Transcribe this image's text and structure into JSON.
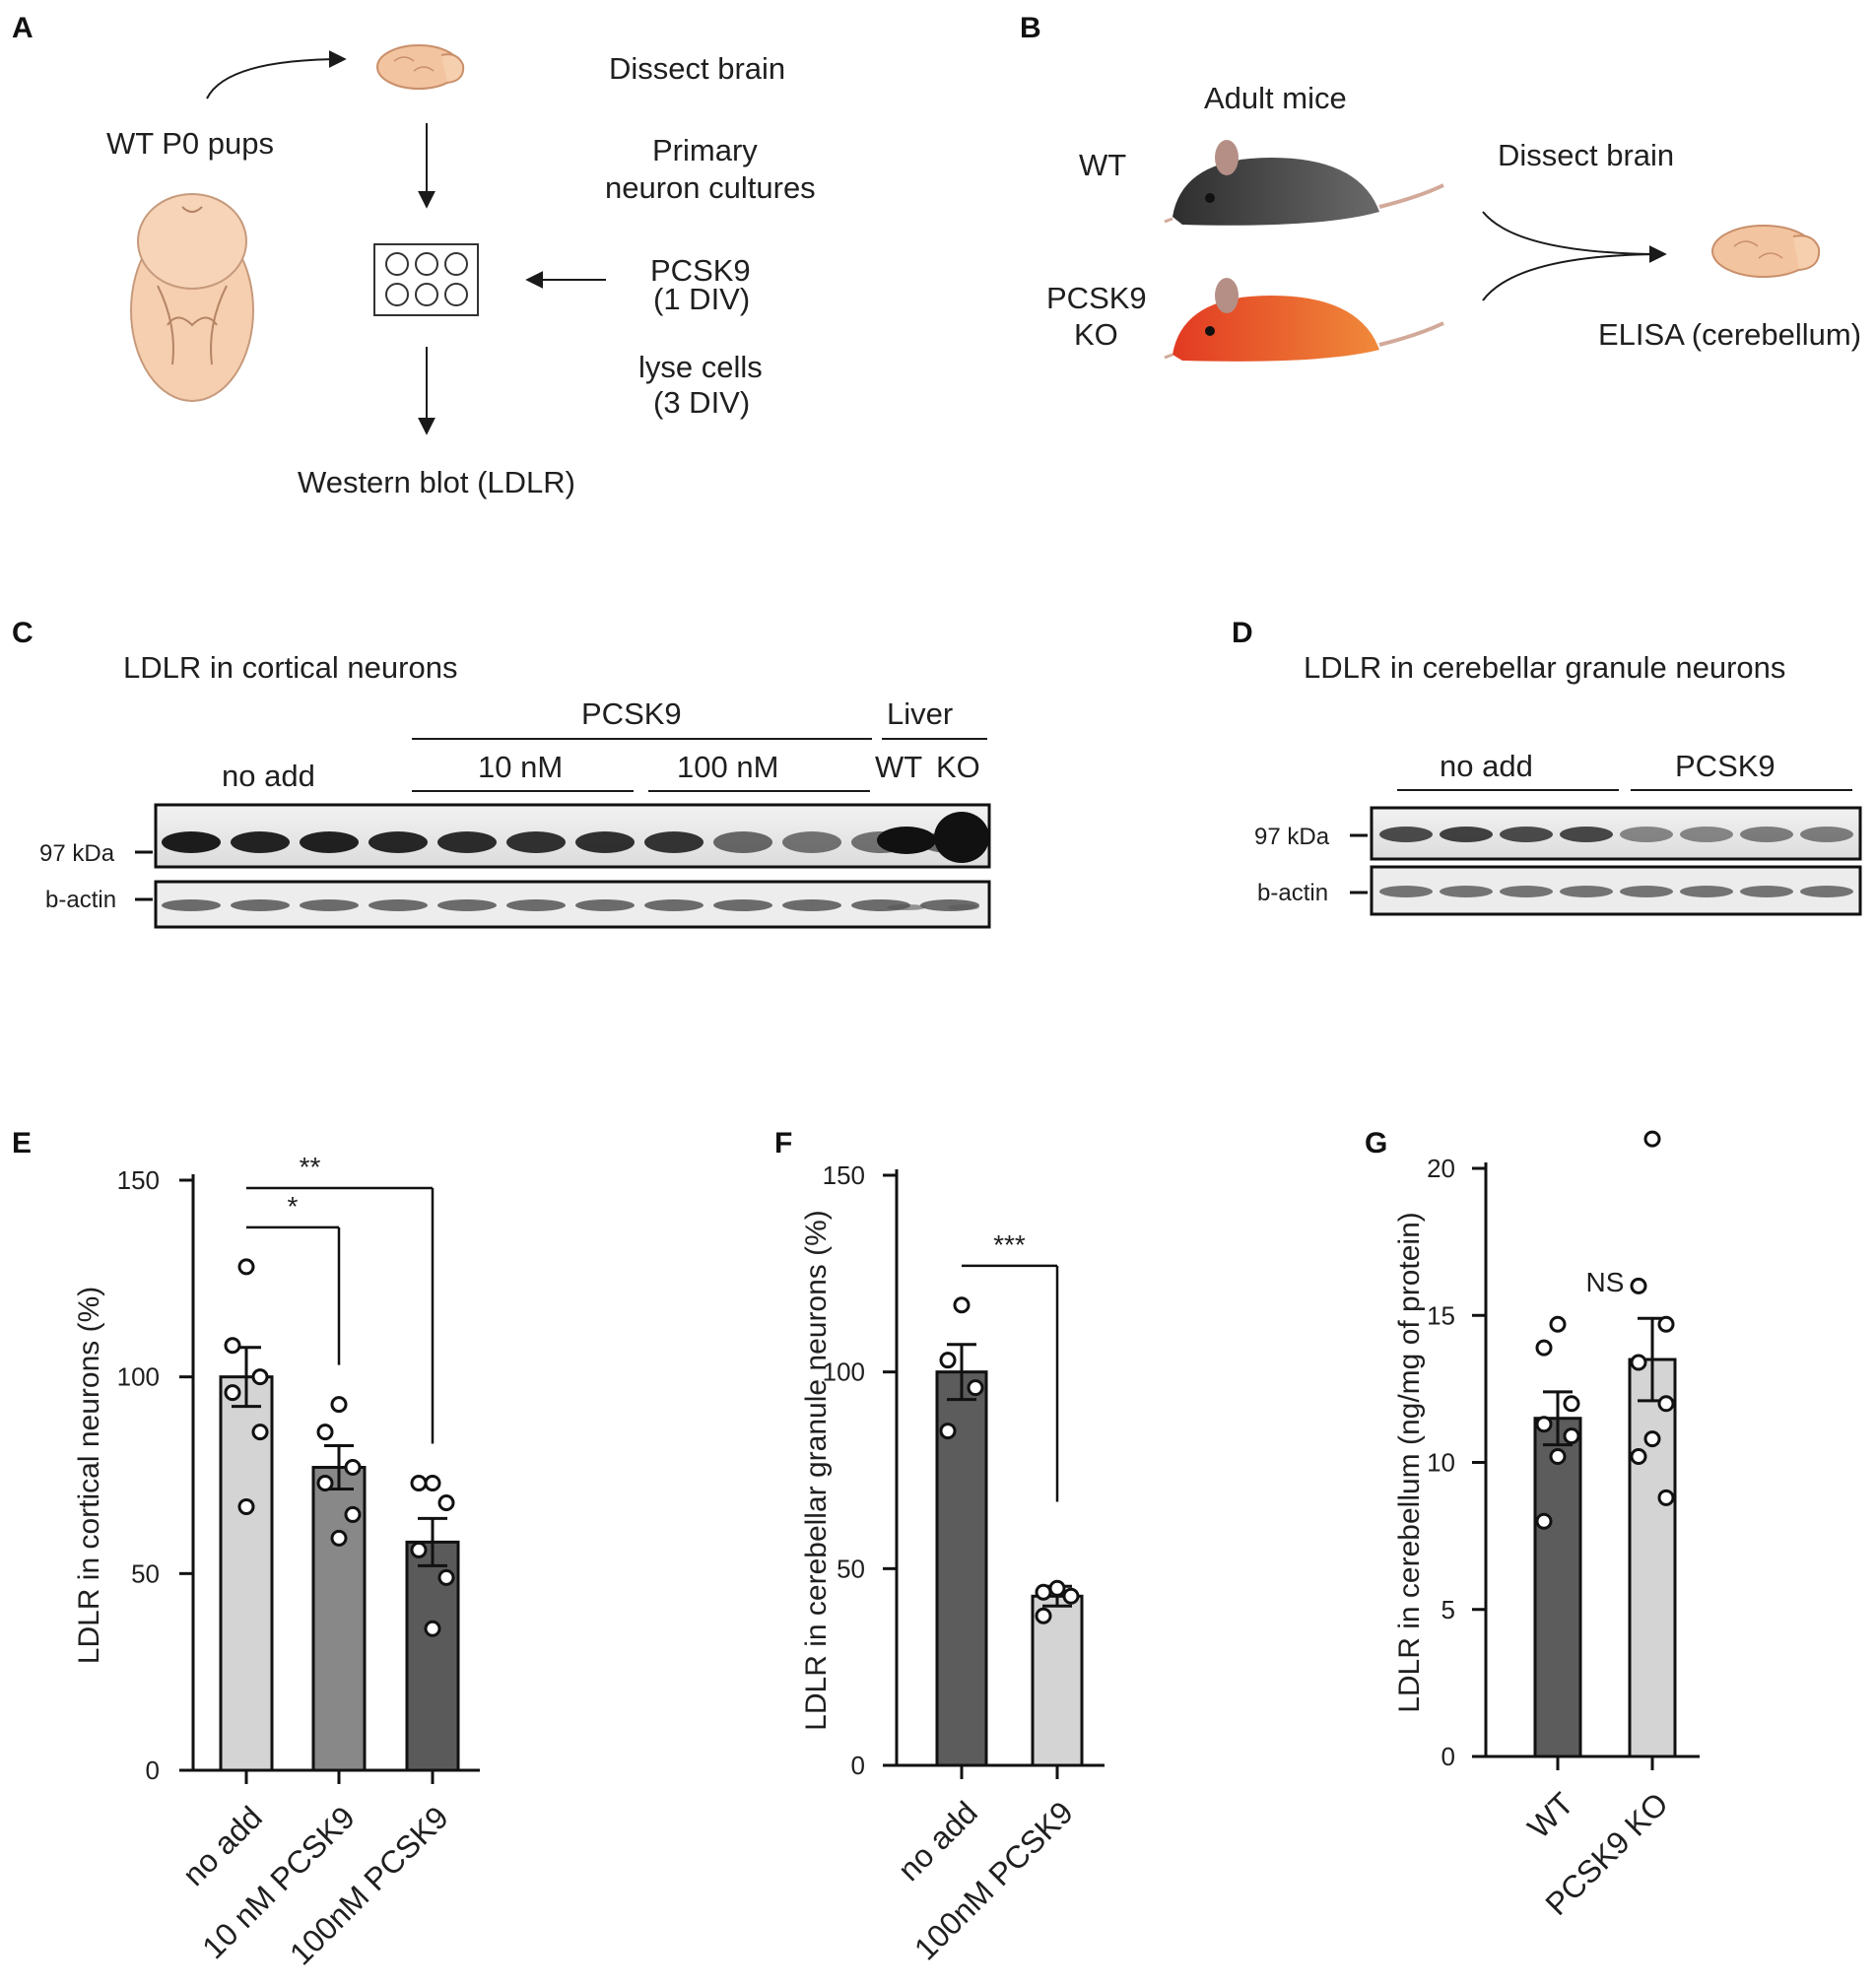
{
  "panels": {
    "A": {
      "label": "A",
      "pups": "WT P0 pups",
      "step1": "Dissect brain",
      "step2a": "Primary",
      "step2b": "neuron cultures",
      "step3a": "PCSK9",
      "step3b": "(1 DIV)",
      "step4a": "lyse cells",
      "step4b": "(3 DIV)",
      "result": "Western blot (LDLR)"
    },
    "B": {
      "label": "B",
      "adult": "Adult mice",
      "wt": "WT",
      "ko1": "PCSK9",
      "ko2": "KO",
      "dissect": "Dissect brain",
      "elisa": "ELISA (cerebellum)",
      "wt_color": "#3a3a3a",
      "ko_color": "#e8452c"
    },
    "C": {
      "label": "C",
      "title": "LDLR in cortical neurons",
      "pcsk9": "PCSK9",
      "liver": "Liver",
      "noadd": "no add",
      "c10": "10 nM",
      "c100": "100 nM",
      "wt": "WT",
      "ko": "KO",
      "band1": "97 kDa",
      "band2": "b-actin"
    },
    "D": {
      "label": "D",
      "title": "LDLR in cerebellar granule neurons",
      "noadd": "no add",
      "pcsk9": "PCSK9",
      "band1": "97 kDa",
      "band2": "b-actin"
    },
    "E": {
      "label": "E"
    },
    "F": {
      "label": "F"
    },
    "G": {
      "label": "G"
    }
  },
  "chart_data": [
    {
      "panel": "E",
      "type": "bar",
      "ylabel": "LDLR in cortical neurons   (%)",
      "yticks": [
        0,
        50,
        100,
        150
      ],
      "ylim": [
        0,
        150
      ],
      "categories": [
        "no add",
        "10 nM PCSK9",
        "100nM PCSK9"
      ],
      "values": [
        100,
        77,
        58
      ],
      "sem": [
        7.5,
        5.5,
        6
      ],
      "colors": [
        "#d4d4d4",
        "#888888",
        "#5a5a5a"
      ],
      "points": [
        [
          128,
          108,
          100,
          96,
          86,
          67
        ],
        [
          93,
          86,
          77,
          73,
          65,
          59
        ],
        [
          73,
          73,
          68,
          56,
          49,
          36
        ]
      ],
      "significance": [
        {
          "from": 0,
          "to": 1,
          "label": "*"
        },
        {
          "from": 0,
          "to": 2,
          "label": "**"
        }
      ]
    },
    {
      "panel": "F",
      "type": "bar",
      "ylabel": "LDLR in cerebellar granule neurons   (%)",
      "yticks": [
        0,
        50,
        100,
        150
      ],
      "ylim": [
        0,
        150
      ],
      "categories": [
        "no add",
        "100nM PCSK9"
      ],
      "values": [
        100,
        43
      ],
      "sem": [
        7,
        2.5
      ],
      "colors": [
        "#5c5c5c",
        "#d4d4d4"
      ],
      "points": [
        [
          117,
          103,
          96,
          85
        ],
        [
          45,
          44,
          43,
          38
        ]
      ],
      "significance": [
        {
          "from": 0,
          "to": 1,
          "label": "***"
        }
      ]
    },
    {
      "panel": "G",
      "type": "bar",
      "ylabel": "LDLR in cerebellum (ng/mg of protein)",
      "yticks": [
        0,
        5,
        10,
        15,
        20
      ],
      "ylim": [
        0,
        20
      ],
      "categories": [
        "WT",
        "PCSK9 KO"
      ],
      "values": [
        11.5,
        13.5
      ],
      "sem": [
        0.9,
        1.4
      ],
      "colors": [
        "#5c5c5c",
        "#d4d4d4"
      ],
      "points": [
        [
          14.7,
          13.9,
          12.0,
          11.3,
          10.9,
          10.2,
          8.0
        ],
        [
          21.0,
          16.0,
          14.7,
          13.4,
          12.0,
          10.8,
          10.2,
          8.8
        ]
      ],
      "significance": [
        {
          "label": "NS"
        }
      ]
    }
  ]
}
